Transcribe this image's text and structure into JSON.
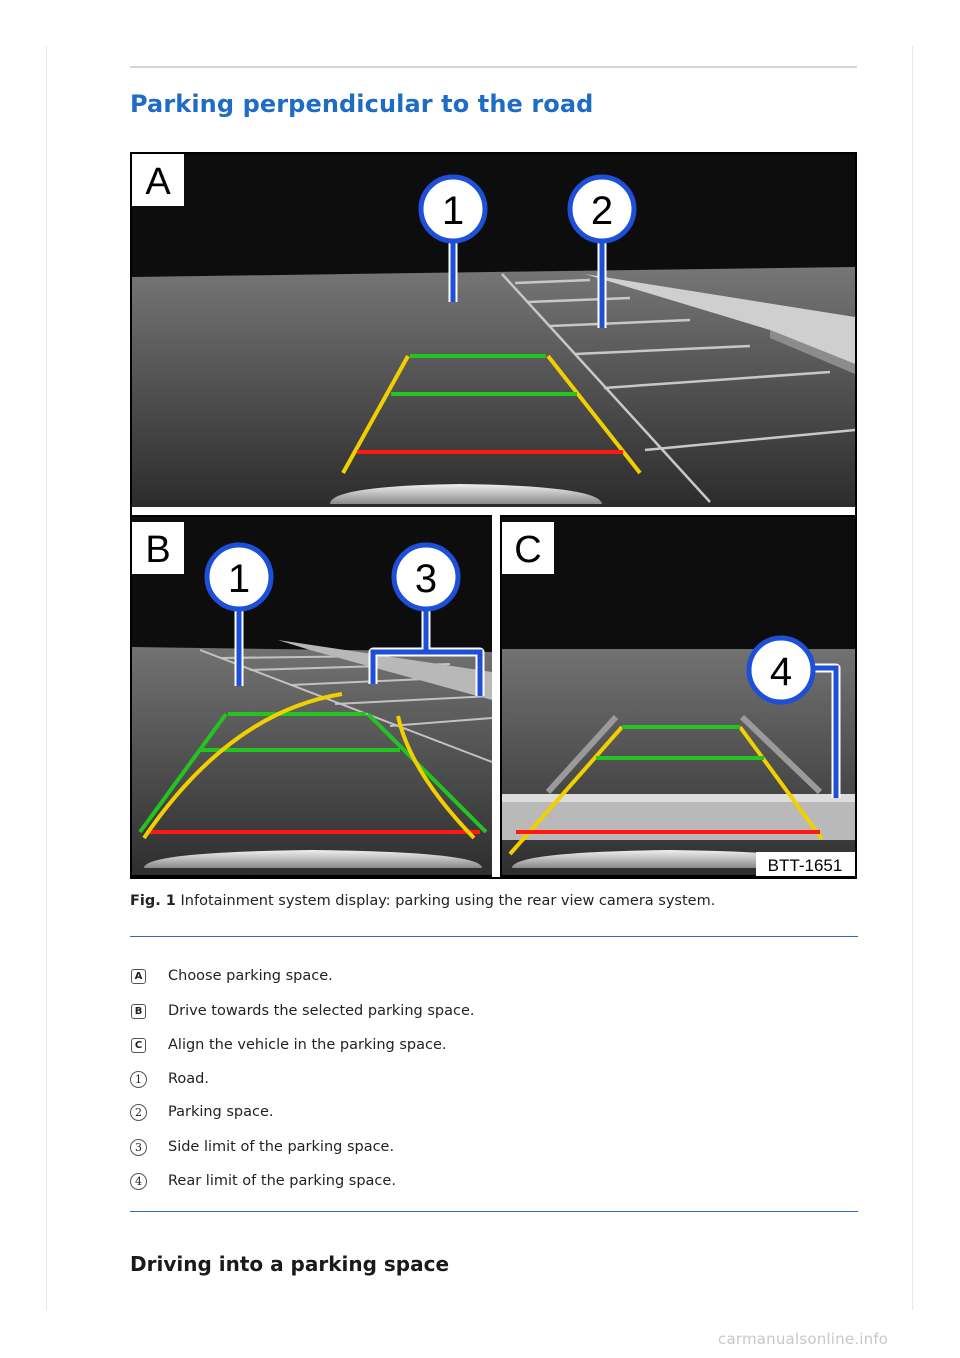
{
  "page": {
    "title": "Parking perpendicular to the road",
    "subtitle": "Driving into a parking space",
    "watermark": "carmanualsonline.info"
  },
  "figure": {
    "panel_labels": [
      "A",
      "B",
      "C"
    ],
    "callouts": [
      "1",
      "2",
      "1",
      "3",
      "4"
    ],
    "code": "BTT-1651",
    "colors": {
      "guide_side": "#f2d000",
      "guide_far": "#22c41f",
      "guide_near": "#ff1a0d",
      "callout_blue": "#1d4fd8",
      "screen_dark": "#0d0d0d",
      "ground": "#5a5a5a"
    }
  },
  "caption": {
    "label": "Fig. 1",
    "text": " Infotainment system display: parking using the rear view camera system."
  },
  "legend": [
    {
      "badge": "A",
      "shape": "box",
      "text": "Choose parking space."
    },
    {
      "badge": "B",
      "shape": "box",
      "text": "Drive towards the selected parking space."
    },
    {
      "badge": "C",
      "shape": "box",
      "text": "Align the vehicle in the parking space."
    },
    {
      "badge": "1",
      "shape": "circle",
      "text": "Road."
    },
    {
      "badge": "2",
      "shape": "circle",
      "text": "Parking space."
    },
    {
      "badge": "3",
      "shape": "circle",
      "text": "Side limit of the parking space."
    },
    {
      "badge": "4",
      "shape": "circle",
      "text": "Rear limit of the parking space."
    }
  ]
}
